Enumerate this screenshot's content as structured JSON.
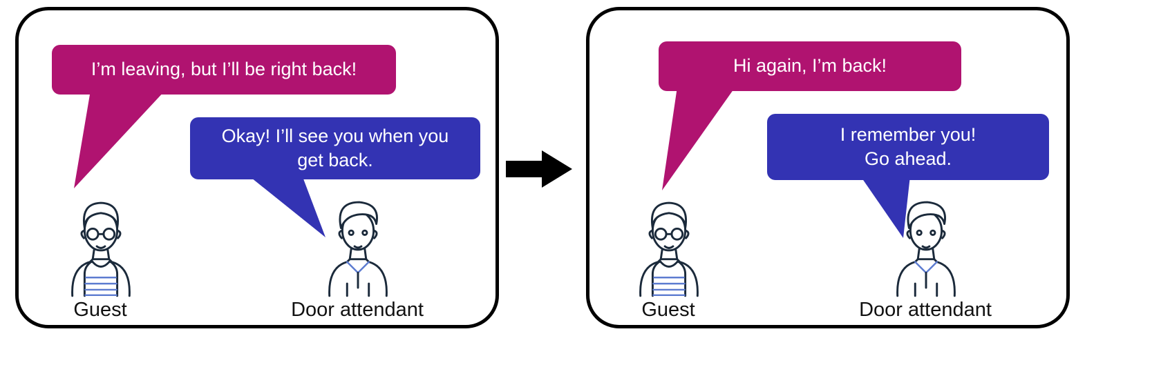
{
  "diagram": {
    "title": "guest-door-attendant-conversation",
    "panels": [
      {
        "guest_bubble": "I’m leaving, but I’ll be right back!",
        "attendant_bubble": "Okay! I’ll see you when you\nget back.",
        "guest_label": "Guest",
        "attendant_label": "Door attendant"
      },
      {
        "guest_bubble": "Hi again, I’m back!",
        "attendant_bubble": "I remember you!\nGo ahead.",
        "guest_label": "Guest",
        "attendant_label": "Door attendant"
      }
    ]
  },
  "colors": {
    "magenta": "#B01370",
    "blue": "#3333B3",
    "line": "#1B2A3B",
    "shirt-accent": "#5C7BD0",
    "panel-border": "#000000",
    "text-light": "#FFFFFF",
    "label-text": "#111111",
    "arrow": "#000000"
  }
}
